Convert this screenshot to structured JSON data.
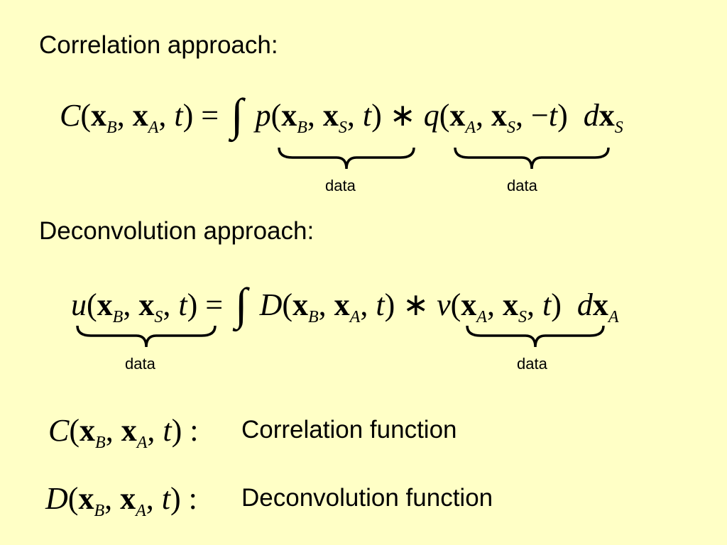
{
  "correlation": {
    "heading": "Correlation approach:",
    "brace_labels": [
      "data",
      "data"
    ]
  },
  "deconvolution": {
    "heading": "Deconvolution approach:",
    "brace_labels": [
      "data",
      "data"
    ]
  },
  "definitions": [
    {
      "label": "Correlation function"
    },
    {
      "label": "Deconvolution function"
    }
  ],
  "colors": {
    "background": "#ffffc6",
    "text": "#000000"
  }
}
